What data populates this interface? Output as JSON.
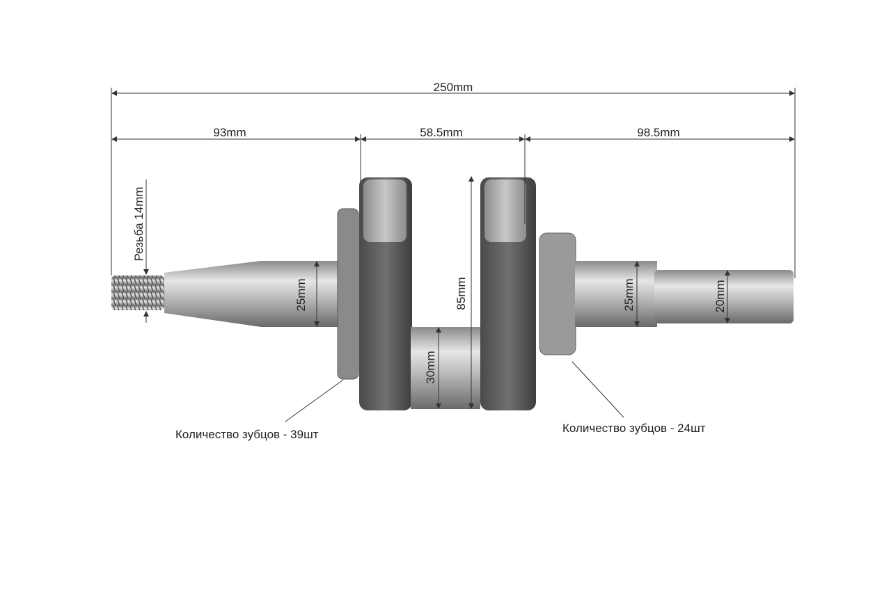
{
  "dimensions": {
    "total_length": "250mm",
    "left_shaft_length": "93mm",
    "crank_width": "58.5mm",
    "right_shaft_length": "98.5mm",
    "thread": "Резьба 14mm",
    "left_shaft_diameter": "25mm",
    "crank_height": "85mm",
    "crank_pin_diameter": "30mm",
    "right_shaft_diameter": "25mm",
    "right_end_diameter": "20mm"
  },
  "callouts": {
    "left_gear": "Количество зубцов - 39шт",
    "right_gear": "Количество зубцов - 24шт"
  },
  "colors": {
    "steel_light": "#d9d9d9",
    "steel_dark": "#5a5a5a",
    "line": "#333333"
  }
}
